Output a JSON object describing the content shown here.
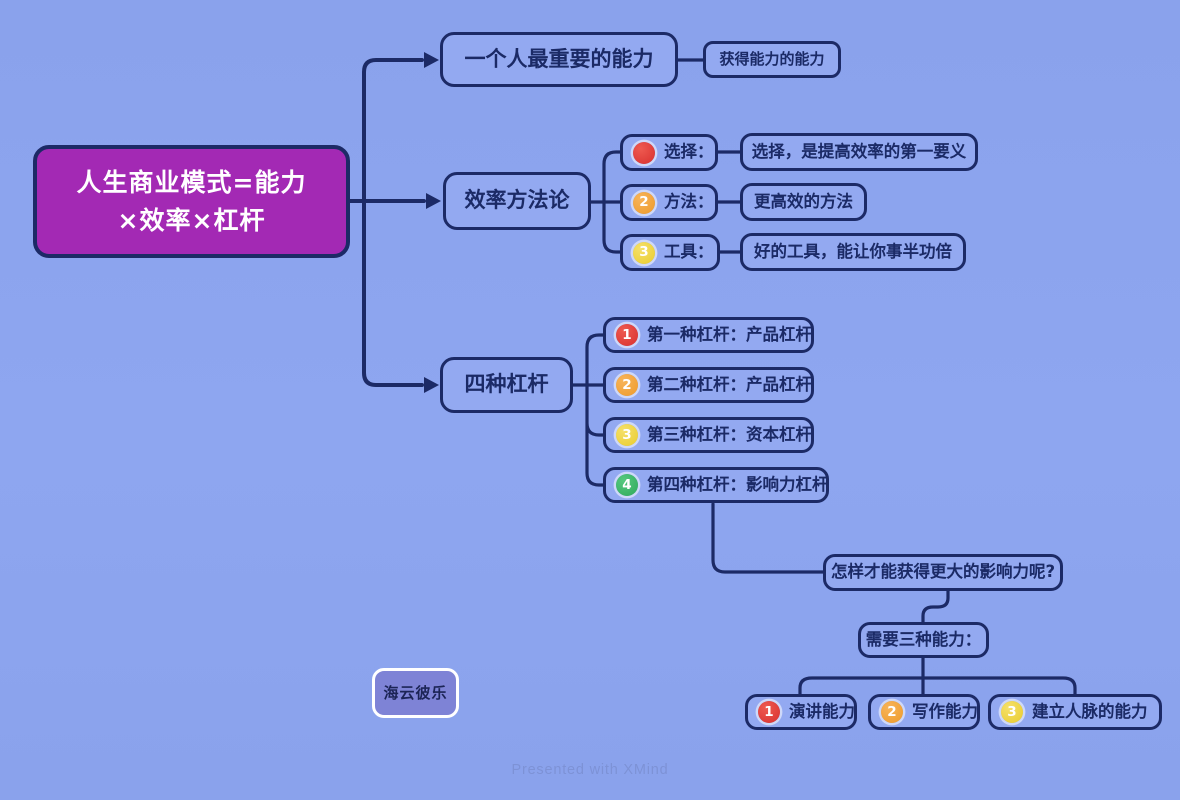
{
  "background": {
    "color": "#8ca4ee"
  },
  "watermark": {
    "text": "Presented with XMind",
    "color": "#7d92d6"
  },
  "badge": {
    "label": "海云彼乐",
    "fill": "#7e83d6",
    "border_color": "#ffffff"
  },
  "root": {
    "line1": "人生商业模式=能力",
    "line2": "×效率×杠杆",
    "fill": "#a329b4"
  },
  "colors": {
    "node_border": "#1c2a66",
    "node_text": "#1b2a66",
    "node_fill": "#93a9f1",
    "icon_red": "#d8302f",
    "icon_orange": "#ee9a2a",
    "icon_yellow": "#e9cc2e",
    "icon_green": "#2fa85c"
  },
  "branch_ability": {
    "topic": "一个人最重要的能力",
    "sub": "获得能力的能力"
  },
  "branch_efficiency": {
    "topic": "效率方法论",
    "items": [
      {
        "icon": "red-dot-icon",
        "num": "",
        "label": "选择：",
        "value": "选择，是提高效率的第一要义"
      },
      {
        "icon": "number-2-icon",
        "num": "2",
        "label": "方法：",
        "value": "更高效的方法"
      },
      {
        "icon": "number-3-icon",
        "num": "3",
        "label": "工具：",
        "value": "好的工具，能让你事半功倍"
      }
    ]
  },
  "branch_levers": {
    "topic": "四种杠杆",
    "items": [
      {
        "num": "1",
        "label": "第一种杠杆：产品杠杆"
      },
      {
        "num": "2",
        "label": "第二种杠杆：产品杠杆"
      },
      {
        "num": "3",
        "label": "第三种杠杆：资本杠杆"
      },
      {
        "num": "4",
        "label": "第四种杠杆：影响力杠杆"
      }
    ],
    "question": "怎样才能获得更大的影响力呢?",
    "requirement": "需要三种能力：",
    "abilities": [
      {
        "num": "1",
        "label": "演讲能力"
      },
      {
        "num": "2",
        "label": "写作能力"
      },
      {
        "num": "3",
        "label": "建立人脉的能力"
      }
    ]
  }
}
